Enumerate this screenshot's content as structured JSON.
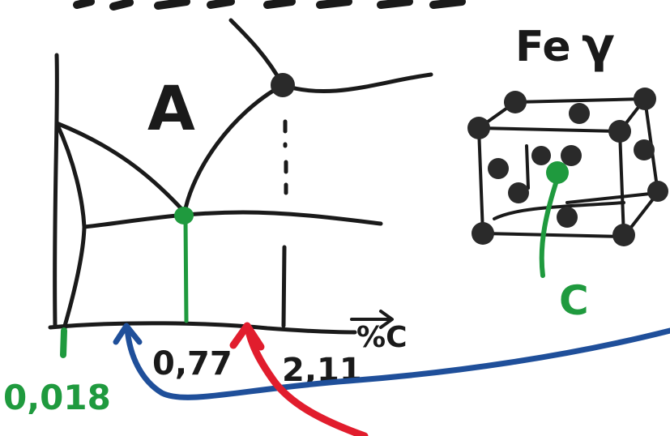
{
  "diagram": {
    "phase_label": "A",
    "axis_label": "%C",
    "composition_ticks": {
      "ferrite_limit": "0,018",
      "eutectoid": "0,77",
      "austenite_limit": "2,11"
    },
    "unit_cell": {
      "title": "Fe",
      "title_symbol": "γ",
      "carbon_label": "C"
    },
    "colors": {
      "ink": "#1a1a1a",
      "carbon_green": "#1f9a3e",
      "arrow_blue": "#1f4f9a",
      "arrow_red": "#e11d2d",
      "atom": "#2a2a2a"
    }
  }
}
